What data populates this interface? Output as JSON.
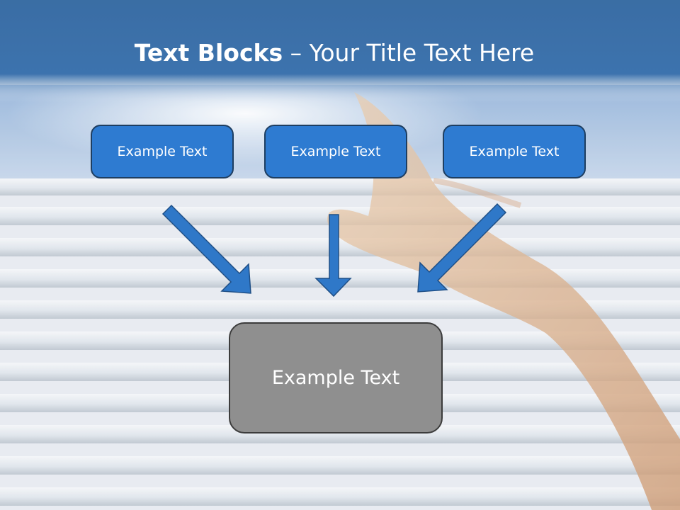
{
  "slide": {
    "title_bold": "Text Blocks",
    "title_separator": " – ",
    "title_rest": "Your Title Text Here"
  },
  "blocks": [
    {
      "text": "Example Text"
    },
    {
      "text": "Example Text"
    },
    {
      "text": "Example Text"
    }
  ],
  "result_block": {
    "text": "Example Text"
  },
  "colors": {
    "header_blue": "#1f5a98",
    "box_blue": "#2e7bd1",
    "box_border": "#1e3e61",
    "result_gray": "#8f8f8f",
    "arrow_fill": "#2f78c8"
  }
}
